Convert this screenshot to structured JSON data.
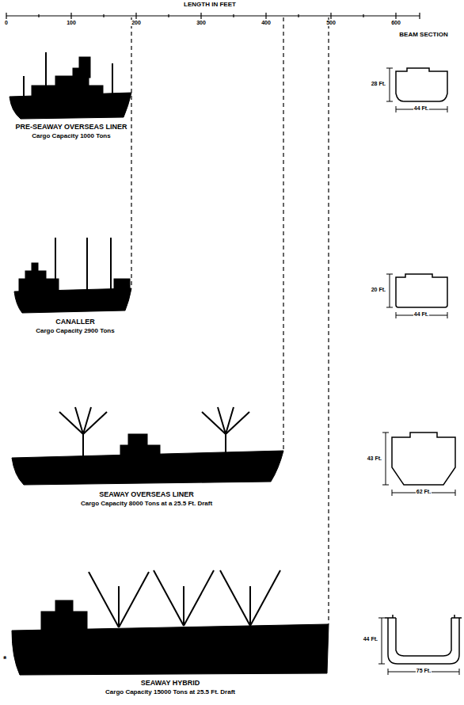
{
  "diagram": {
    "labels": [
      "LENGTH IN FEET",
      "0",
      "100",
      "200",
      "300",
      "400",
      "500",
      "600",
      "BEAM SECTION",
      "PRE-SEAWAY OVERSEAS LINER",
      "Cargo Capacity 1000 Tons",
      "28 Ft.",
      "44 Ft.",
      "CANALLER",
      "Cargo Capacity 2900 Tons",
      "20 Ft.",
      "44 Ft.",
      "SEAWAY OVERSEAS LINER",
      "Cargo Capacity 8000 Tons at a 25.5 Ft. Draft",
      "43 Ft.",
      "62 Ft.",
      "*",
      "SEAWAY HYBRID",
      "Cargo Capacity 15000 Tons at 25.5 Ft. Draft",
      "44 Ft.",
      "75 Ft."
    ]
  }
}
